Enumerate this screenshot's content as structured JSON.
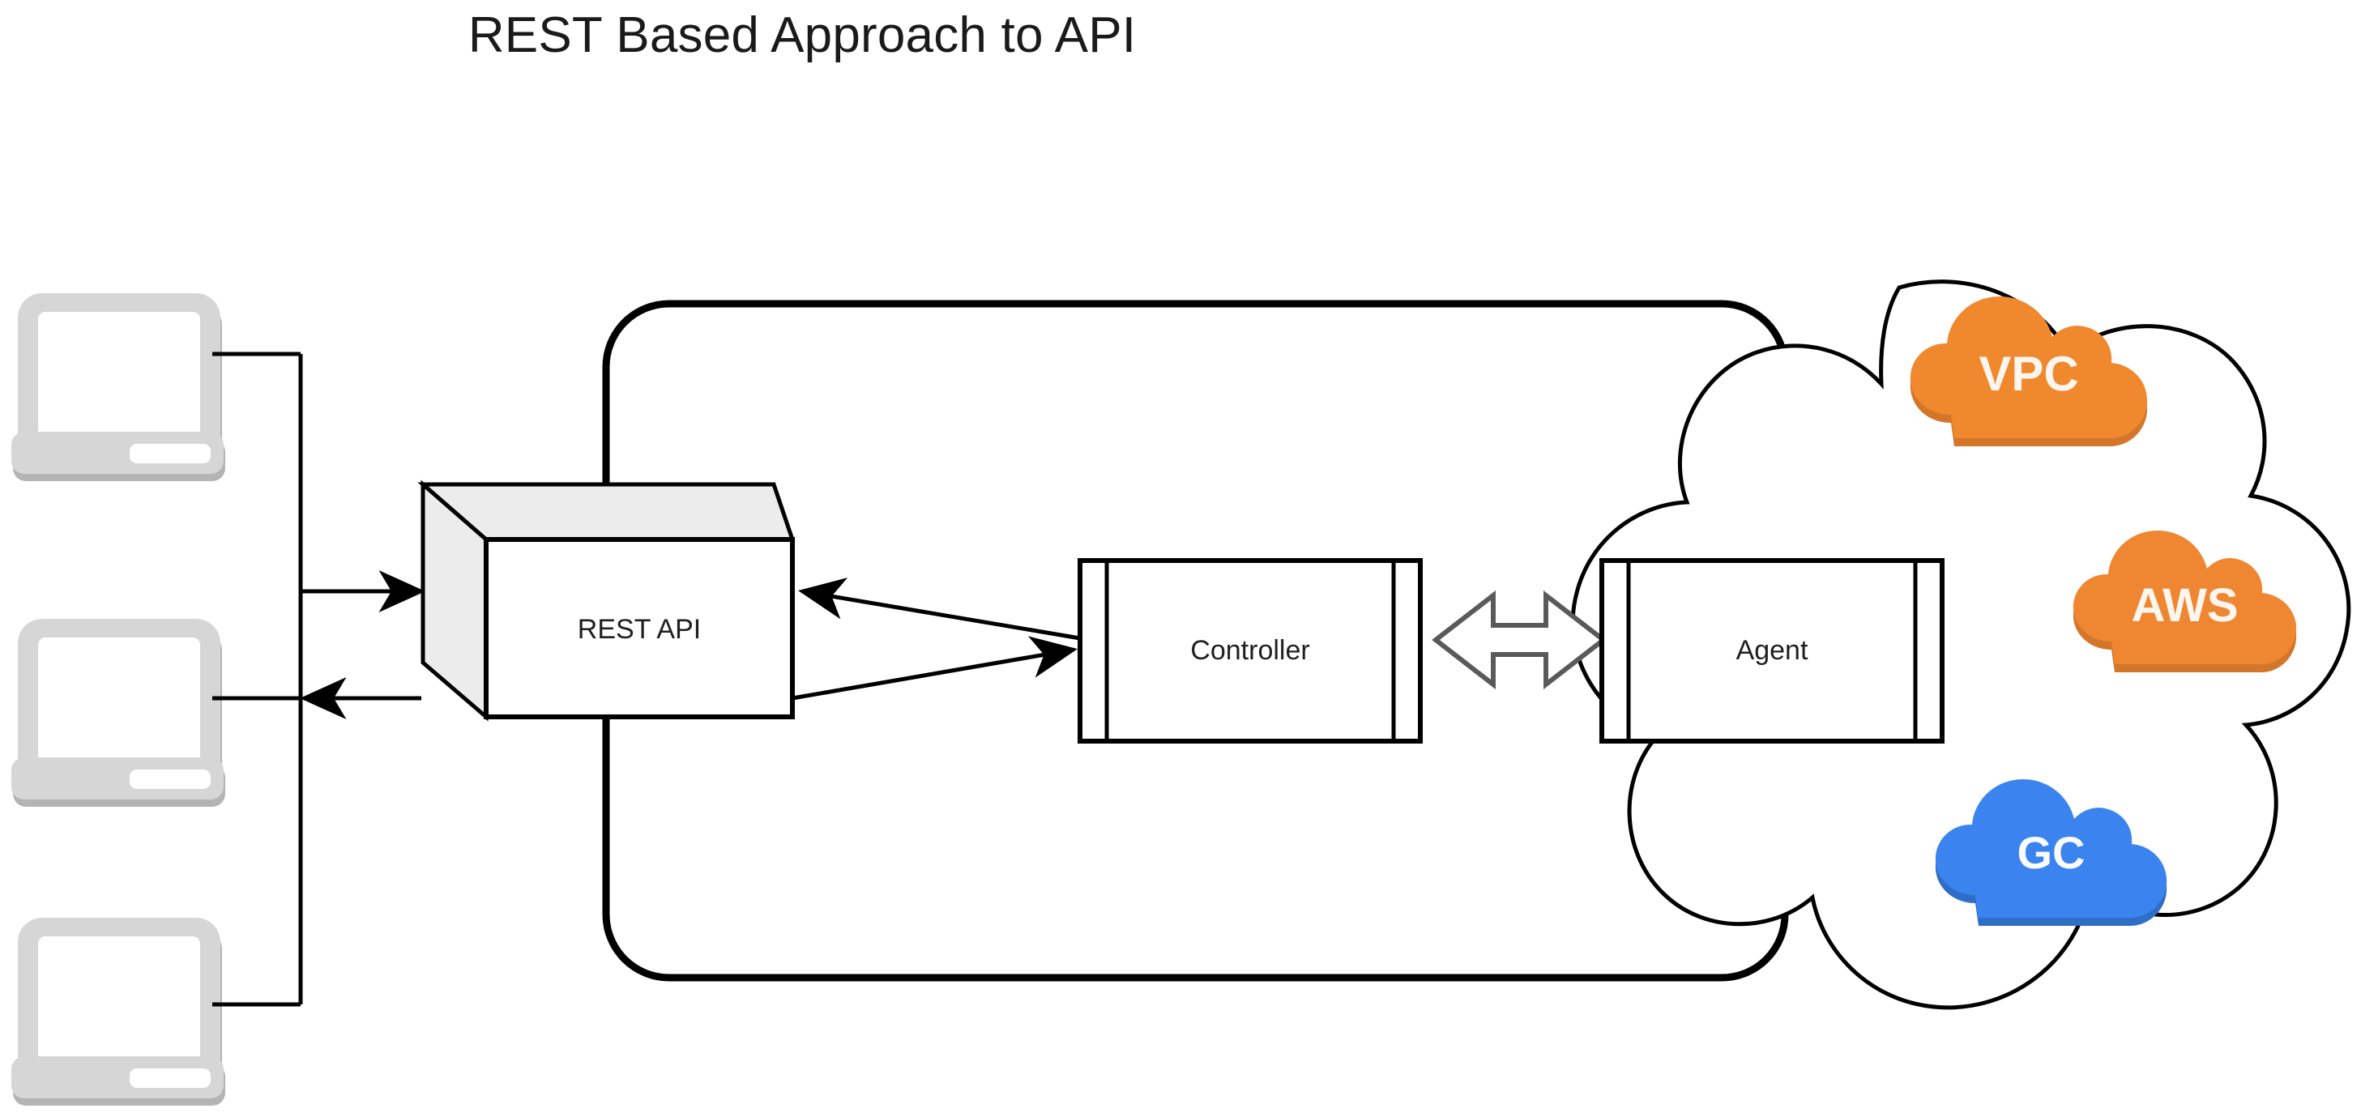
{
  "title": "REST Based Approach to API",
  "colors": {
    "stroke": "#000000",
    "text": "#1f1f1f",
    "cube_face": "#ffffff",
    "cube_shade": "#ececec",
    "terminal_body": "#d4d4d4",
    "terminal_screen": "#ffffff",
    "terminal_shadow": "#b4b4b4",
    "vpc_orange": "#f0882e",
    "aws_orange": "#ef8732",
    "gc_blue": "#3b84ef",
    "badge_text": "#fdf6ee",
    "canvas_background": "#ffffff"
  },
  "clients": {
    "group_label": "client-terminals",
    "items": [
      {
        "id": "terminal-1",
        "name": "client-terminal-top"
      },
      {
        "id": "terminal-2",
        "name": "client-terminal-middle"
      },
      {
        "id": "terminal-3",
        "name": "client-terminal-bottom"
      }
    ]
  },
  "nodes": {
    "rest_api": {
      "label": "REST API",
      "shape": "cube"
    },
    "controller": {
      "label": "Controller",
      "shape": "uml-component"
    },
    "agent": {
      "label": "Agent",
      "shape": "uml-component"
    }
  },
  "boundary": {
    "name": "system-boundary",
    "shape": "rounded-rectangle"
  },
  "cloud": {
    "name": "cloud-providers-boundary",
    "shape": "cloud-outline",
    "badges": [
      {
        "id": "vpc",
        "label": "VPC",
        "color": "#f0882e"
      },
      {
        "id": "aws",
        "label": "AWS",
        "color": "#ef8732"
      },
      {
        "id": "gc",
        "label": "GC",
        "color": "#3b84ef"
      }
    ]
  },
  "connectors": [
    {
      "id": "clients-bus",
      "name": "client-bus-line",
      "type": "line"
    },
    {
      "id": "clients-to-rest",
      "name": "clients-to-rest-api-arrow",
      "type": "arrow",
      "direction": "right"
    },
    {
      "id": "rest-to-clients",
      "name": "rest-api-to-clients-arrow",
      "type": "arrow",
      "direction": "left"
    },
    {
      "id": "controller-to-rest",
      "name": "controller-to-rest-api-arrow",
      "type": "arrow",
      "direction": "left"
    },
    {
      "id": "rest-to-controller",
      "name": "rest-api-to-controller-arrow",
      "type": "arrow",
      "direction": "right"
    },
    {
      "id": "controller-agent",
      "name": "controller-agent-bidirectional-arrow",
      "type": "block-arrow",
      "direction": "both"
    }
  ]
}
